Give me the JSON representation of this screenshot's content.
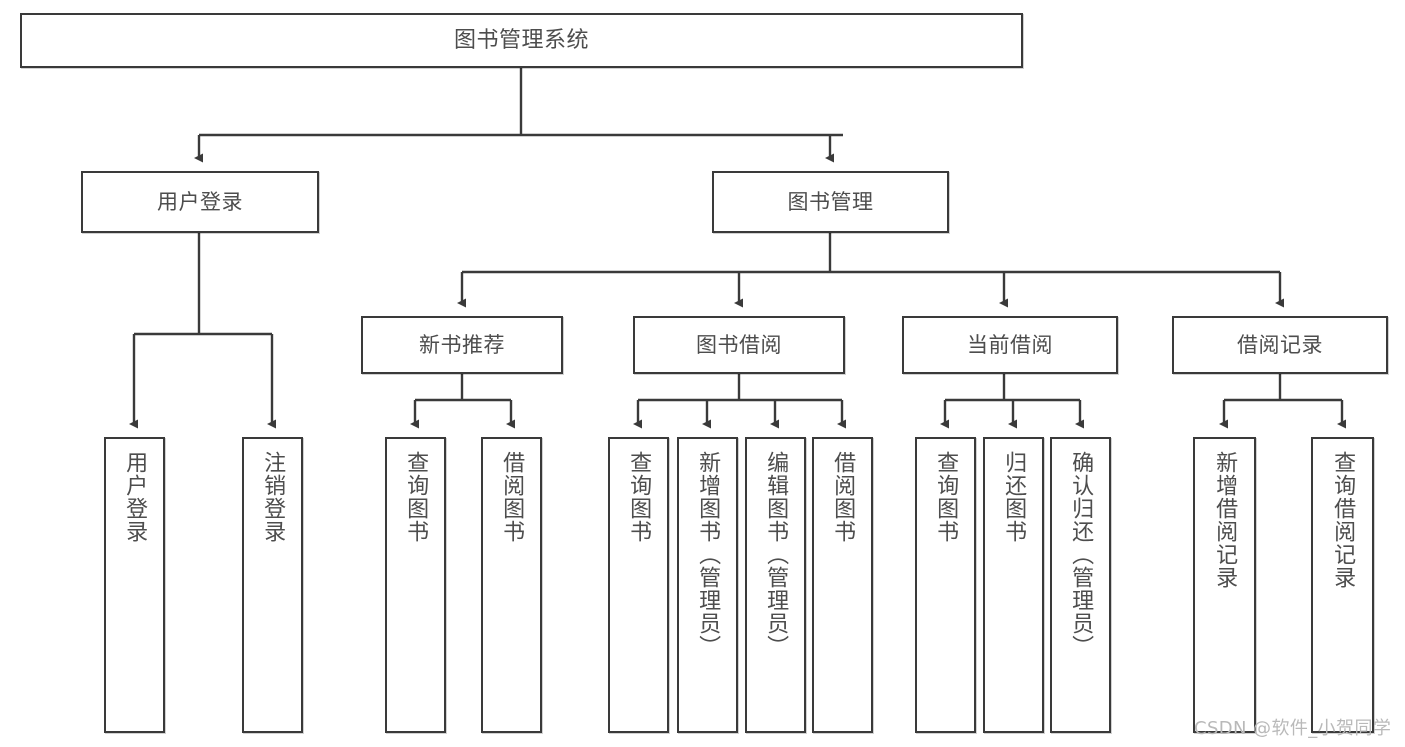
{
  "diagram": {
    "title": "图书管理系统",
    "type": "tree",
    "orientation": "top-down",
    "colors": {
      "background": "#ffffff",
      "node_border": "#3a3a3a",
      "node_fill": "#ffffff",
      "text": "#4d4d4d",
      "edge": "#3a3a3a",
      "watermark": "#b9b9b9"
    },
    "watermark": "CSDN @软件_小贺同学",
    "nodes": {
      "root": {
        "label": "图书管理系统"
      },
      "level1": [
        {
          "label": "用户登录"
        },
        {
          "label": "图书管理"
        }
      ],
      "level2": [
        {
          "label": "新书推荐"
        },
        {
          "label": "图书借阅"
        },
        {
          "label": "当前借阅"
        },
        {
          "label": "借阅记录"
        }
      ],
      "leaves": {
        "user_login": [
          {
            "label": "用户登录"
          },
          {
            "label": "注销登录"
          }
        ],
        "new_book_recommend": [
          {
            "label": "查询图书"
          },
          {
            "label": "借阅图书"
          }
        ],
        "book_borrow": [
          {
            "label": "查询图书"
          },
          {
            "label": "新增图书（管理员）"
          },
          {
            "label": "编辑图书（管理员）"
          },
          {
            "label": "借阅图书"
          }
        ],
        "current_borrow": [
          {
            "label": "查询图书"
          },
          {
            "label": "归还图书"
          },
          {
            "label": "确认归还（管理员）"
          }
        ],
        "borrow_record": [
          {
            "label": "新增借阅记录"
          },
          {
            "label": "查询借阅记录"
          }
        ]
      }
    }
  }
}
